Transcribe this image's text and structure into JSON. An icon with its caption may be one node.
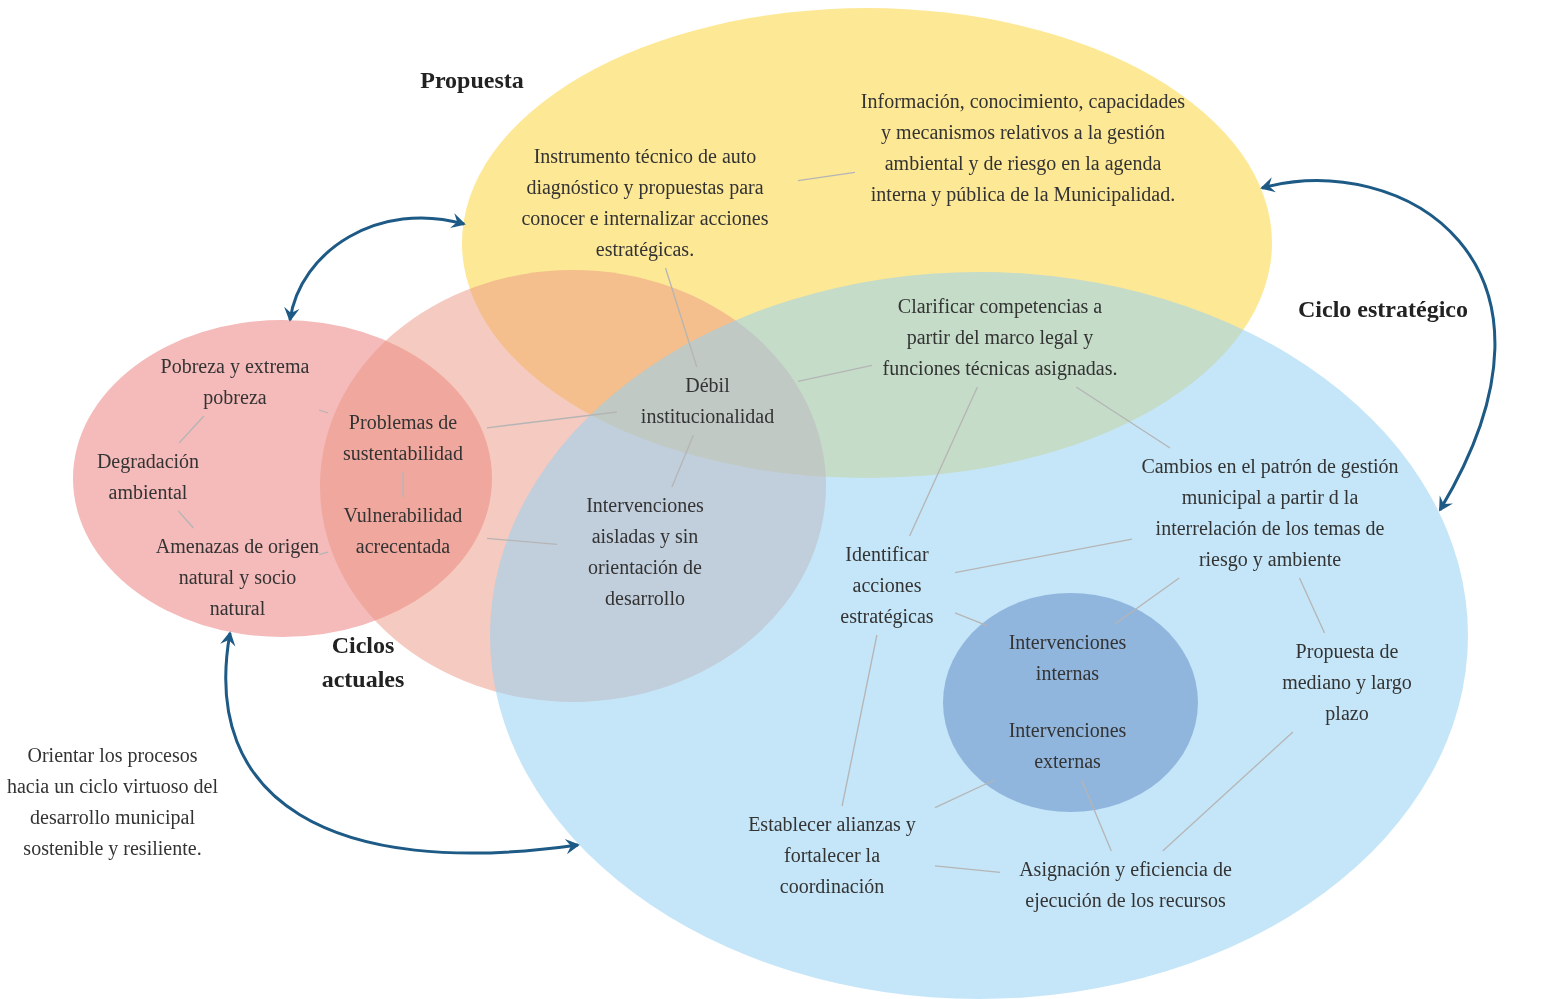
{
  "diagram": {
    "nodes": [
      {
        "text": [
          "Propuesta"
        ]
      },
      {
        "text": [],
        "shape": "ellipse"
      },
      {
        "text": [
          "Ciclos actuales"
        ]
      },
      {
        "text": [
          "Ciclo estratégico"
        ]
      },
      {
        "text": [],
        "shape": "ellipse",
        "in": 3
      },
      {
        "text": [
          "Instrumento técnico de auto diagnóstico y propuestas para conocer e internalizar acciones estratégicas."
        ],
        "in": 0
      },
      {
        "text": [
          "Información, conocimiento, capacidades y mecanismos relativos a la gestión ambiental y de riesgo en la agenda interna y pública de la Municipalidad."
        ],
        "in": 0
      },
      {
        "text": [
          "Clarificar competencias a partir del marco legal y funciones técnicas asignadas."
        ]
      },
      {
        "text": [
          "Débil institucionalidad"
        ]
      },
      {
        "text": [
          "Pobreza y extrema pobreza"
        ],
        "in": 1
      },
      {
        "text": [
          "Degradación ambiental"
        ],
        "in": 1
      },
      {
        "text": [
          "Amenazas de origen natural y socio natural"
        ],
        "in": 1
      },
      {
        "text": [
          "Problemas de sustentabilidad"
        ]
      },
      {
        "text": [
          "Vulnerabilidad acrecentada"
        ]
      },
      {
        "text": [
          "Intervenciones aisladas y sin orientación de desarrollo"
        ]
      },
      {
        "text": [
          "Cambios en el patrón de gestión municipal a partir d la interrelación de los temas de riesgo y ambiente"
        ],
        "in": 3
      },
      {
        "text": [
          "Identificar acciones estratégicas"
        ],
        "in": 3
      },
      {
        "text": [
          "Intervenciones internas"
        ],
        "in": 4
      },
      {
        "text": [
          "Intervenciones externas"
        ],
        "in": 4
      },
      {
        "text": [
          "Propuesta de mediano y largo plazo"
        ],
        "in": 3
      },
      {
        "text": [
          "Establecer alianzas y fortalecer la coordinación"
        ],
        "in": 3
      },
      {
        "text": [
          "Asignación y eficiencia de ejecución de los recursos"
        ],
        "in": 3
      },
      {
        "text": [
          "Orientar los procesos hacia un ciclo virtuoso del desarrollo municipal sostenible y resiliente."
        ]
      }
    ],
    "edges": [
      {
        "from": 0,
        "to": 1,
        "arrow": "both",
        "color": "#1d5a85"
      },
      {
        "from": 0,
        "to": 3,
        "arrow": "both",
        "color": "#1d5a85"
      },
      {
        "from": 1,
        "to": 3,
        "arrow": "both",
        "color": "#1d5a85"
      },
      {
        "from": 5,
        "to": 6,
        "arrow": "none"
      },
      {
        "from": 5,
        "to": 8,
        "arrow": "none"
      },
      {
        "from": 7,
        "to": 8,
        "arrow": "none"
      },
      {
        "from": 8,
        "to": 12,
        "arrow": "none"
      },
      {
        "from": 8,
        "to": 14,
        "arrow": "none"
      },
      {
        "from": 9,
        "to": 12,
        "arrow": "none"
      },
      {
        "from": 9,
        "to": 10,
        "arrow": "none"
      },
      {
        "from": 10,
        "to": 11,
        "arrow": "none"
      },
      {
        "from": 11,
        "to": 13,
        "arrow": "none"
      },
      {
        "from": 12,
        "to": 13,
        "arrow": "none"
      },
      {
        "from": 13,
        "to": 14,
        "arrow": "none"
      },
      {
        "from": 7,
        "to": 15,
        "arrow": "none"
      },
      {
        "from": 7,
        "to": 16,
        "arrow": "none"
      },
      {
        "from": 15,
        "to": 16,
        "arrow": "none"
      },
      {
        "from": 15,
        "to": 17,
        "arrow": "none"
      },
      {
        "from": 15,
        "to": 19,
        "arrow": "none"
      },
      {
        "from": 16,
        "to": 17,
        "arrow": "none"
      },
      {
        "from": 16,
        "to": 20,
        "arrow": "none"
      },
      {
        "from": 18,
        "to": 20,
        "arrow": "none"
      },
      {
        "from": 18,
        "to": 21,
        "arrow": "none"
      },
      {
        "from": 19,
        "to": 21,
        "arrow": "none"
      },
      {
        "from": 20,
        "to": 21,
        "arrow": "none"
      }
    ]
  }
}
